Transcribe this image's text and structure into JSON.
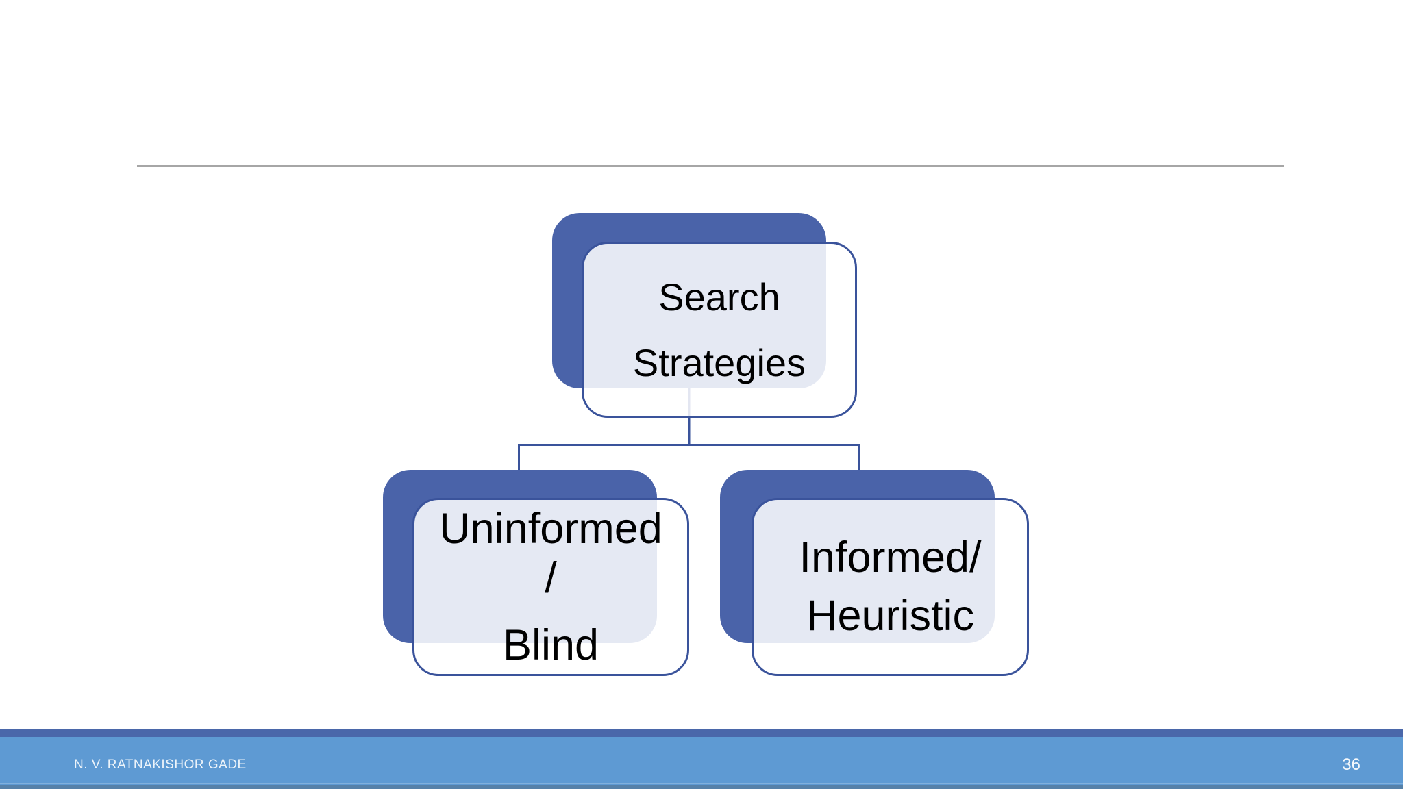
{
  "footer": {
    "author": "N. V. RATNAKISHOR GADE",
    "page_number": "36"
  },
  "diagram": {
    "type": "hierarchy",
    "root": {
      "label": "Search Strategies",
      "lines": [
        "Search",
        "Strategies"
      ]
    },
    "children": [
      {
        "label": "Uninformed / Blind",
        "lines": [
          "Uninformed",
          "/",
          "Blind"
        ]
      },
      {
        "label": "Informed/ Heuristic",
        "lines": [
          "Informed/",
          "Heuristic"
        ]
      }
    ]
  },
  "colors": {
    "accent_dark_blue": "#4A63A9",
    "shape_border_blue": "#3A539B",
    "face_overlay": "rgba(255,255,255,0.86)",
    "overlap_tint_result": "#E8EAF4",
    "divider_gray": "#A6A6A6",
    "footer_band": "#4A67AA",
    "footer_bar": "#5E9AD3",
    "text_black": "#000000"
  }
}
